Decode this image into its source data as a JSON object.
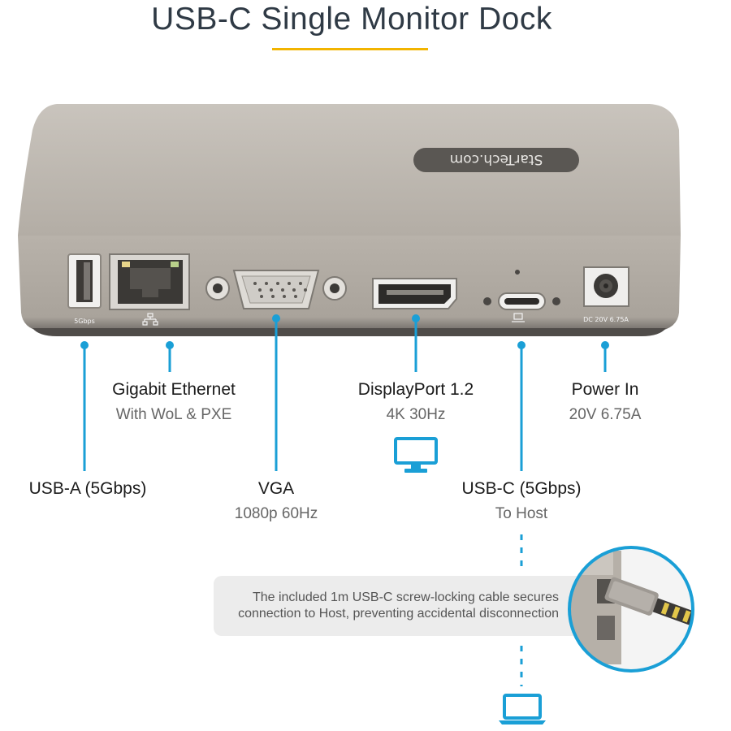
{
  "title": "USB-C Single Monitor Dock",
  "device": {
    "brand_logo_text": "StarTech.com",
    "port_marks": {
      "usb_a_speed": "5Gbps",
      "power_rating": "DC 20V 6.75A"
    }
  },
  "callouts": {
    "gigabit_ethernet": {
      "name": "Gigabit Ethernet",
      "sub": "With WoL & PXE"
    },
    "displayport": {
      "name": "DisplayPort 1.2",
      "sub": "4K 30Hz"
    },
    "power_in": {
      "name": "Power In",
      "sub": "20V 6.75A"
    },
    "usb_a": {
      "name": "USB-A (5Gbps)"
    },
    "vga": {
      "name": "VGA",
      "sub": "1080p 60Hz"
    },
    "usb_c": {
      "name": "USB-C (5Gbps)",
      "sub": "To Host"
    }
  },
  "note": "The included 1m USB-C screw-locking cable secures connection to Host, preventing accidental disconnection",
  "colors": {
    "accent_blue": "#1a9fd6",
    "title_underline": "#f2b400"
  }
}
